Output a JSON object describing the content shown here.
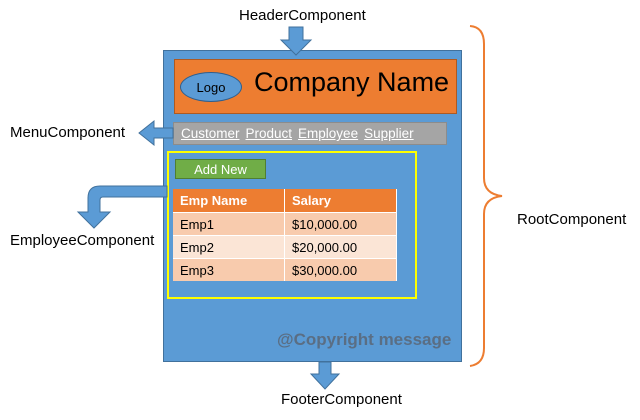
{
  "callouts": {
    "header": "HeaderComponent",
    "menu": "MenuComponent",
    "employee": "EmployeeComponent",
    "root": "RootComponent",
    "footer": "FooterComponent"
  },
  "header": {
    "logo": "Logo",
    "company_name": "Company Name"
  },
  "menu": {
    "items": [
      "Customer",
      "Product",
      "Employee",
      "Supplier"
    ]
  },
  "employee": {
    "add_button": "Add New",
    "table": {
      "headers": [
        "Emp Name",
        "Salary"
      ],
      "rows": [
        [
          "Emp1",
          "$10,000.00"
        ],
        [
          "Emp2",
          "$20,000.00"
        ],
        [
          "Emp3",
          "$30,000.00"
        ]
      ]
    }
  },
  "footer": {
    "copyright": "@Copyright message"
  },
  "colors": {
    "root_blue": "#5b9bd5",
    "header_orange": "#ed7d31",
    "menu_gray": "#a5a5a5",
    "button_green": "#70ad47",
    "employee_border": "#ffff00",
    "bracket_orange": "#ed7d31",
    "arrow_blue": "#5b9bd5"
  }
}
